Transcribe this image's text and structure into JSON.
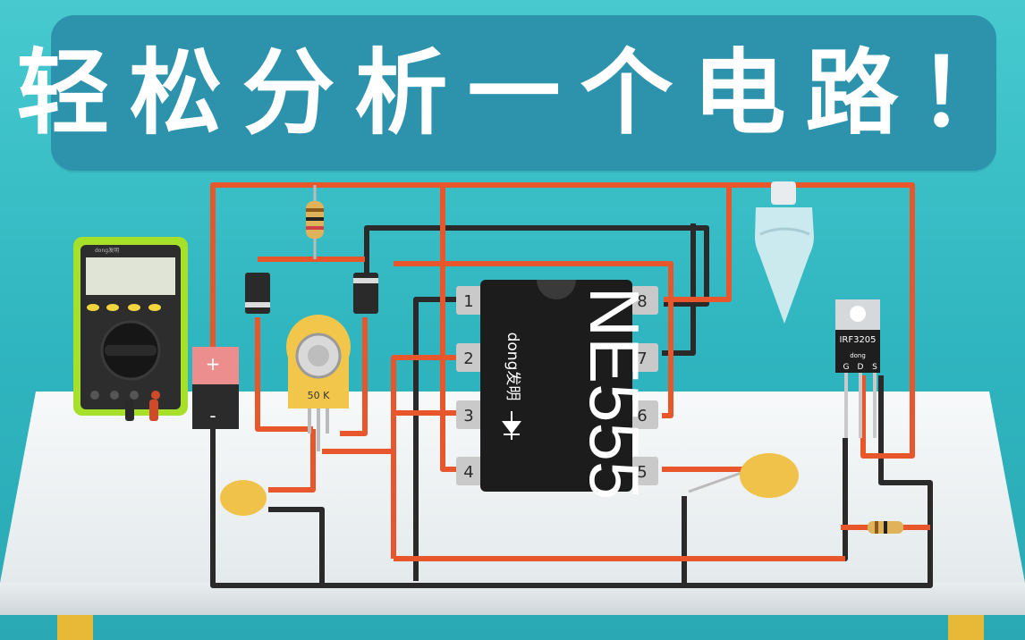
{
  "title": "轻松分析一个电路！",
  "chip": {
    "name": "NE555",
    "brand": "dong发明",
    "pins_left": [
      "1",
      "2",
      "3",
      "4"
    ],
    "pins_right": [
      "8",
      "7",
      "6",
      "5"
    ]
  },
  "mosfet": {
    "part": "IRF3205",
    "brand": "dong",
    "pins": [
      "G",
      "D",
      "S"
    ]
  },
  "potentiometer": {
    "label": "50 K"
  },
  "battery": {
    "plus": "+",
    "minus": "-"
  },
  "multimeter": {
    "brand": "dong发明"
  },
  "colors": {
    "background": "#3fc3cc",
    "banner": "#2d93ad",
    "wire_red": "#e8562c",
    "wire_black": "#2a2a2a",
    "chip": "#1c1c1c",
    "table": "#f1f4f5",
    "multimeter_body": "#a6e02a",
    "capacitor": "#f0c24a"
  }
}
